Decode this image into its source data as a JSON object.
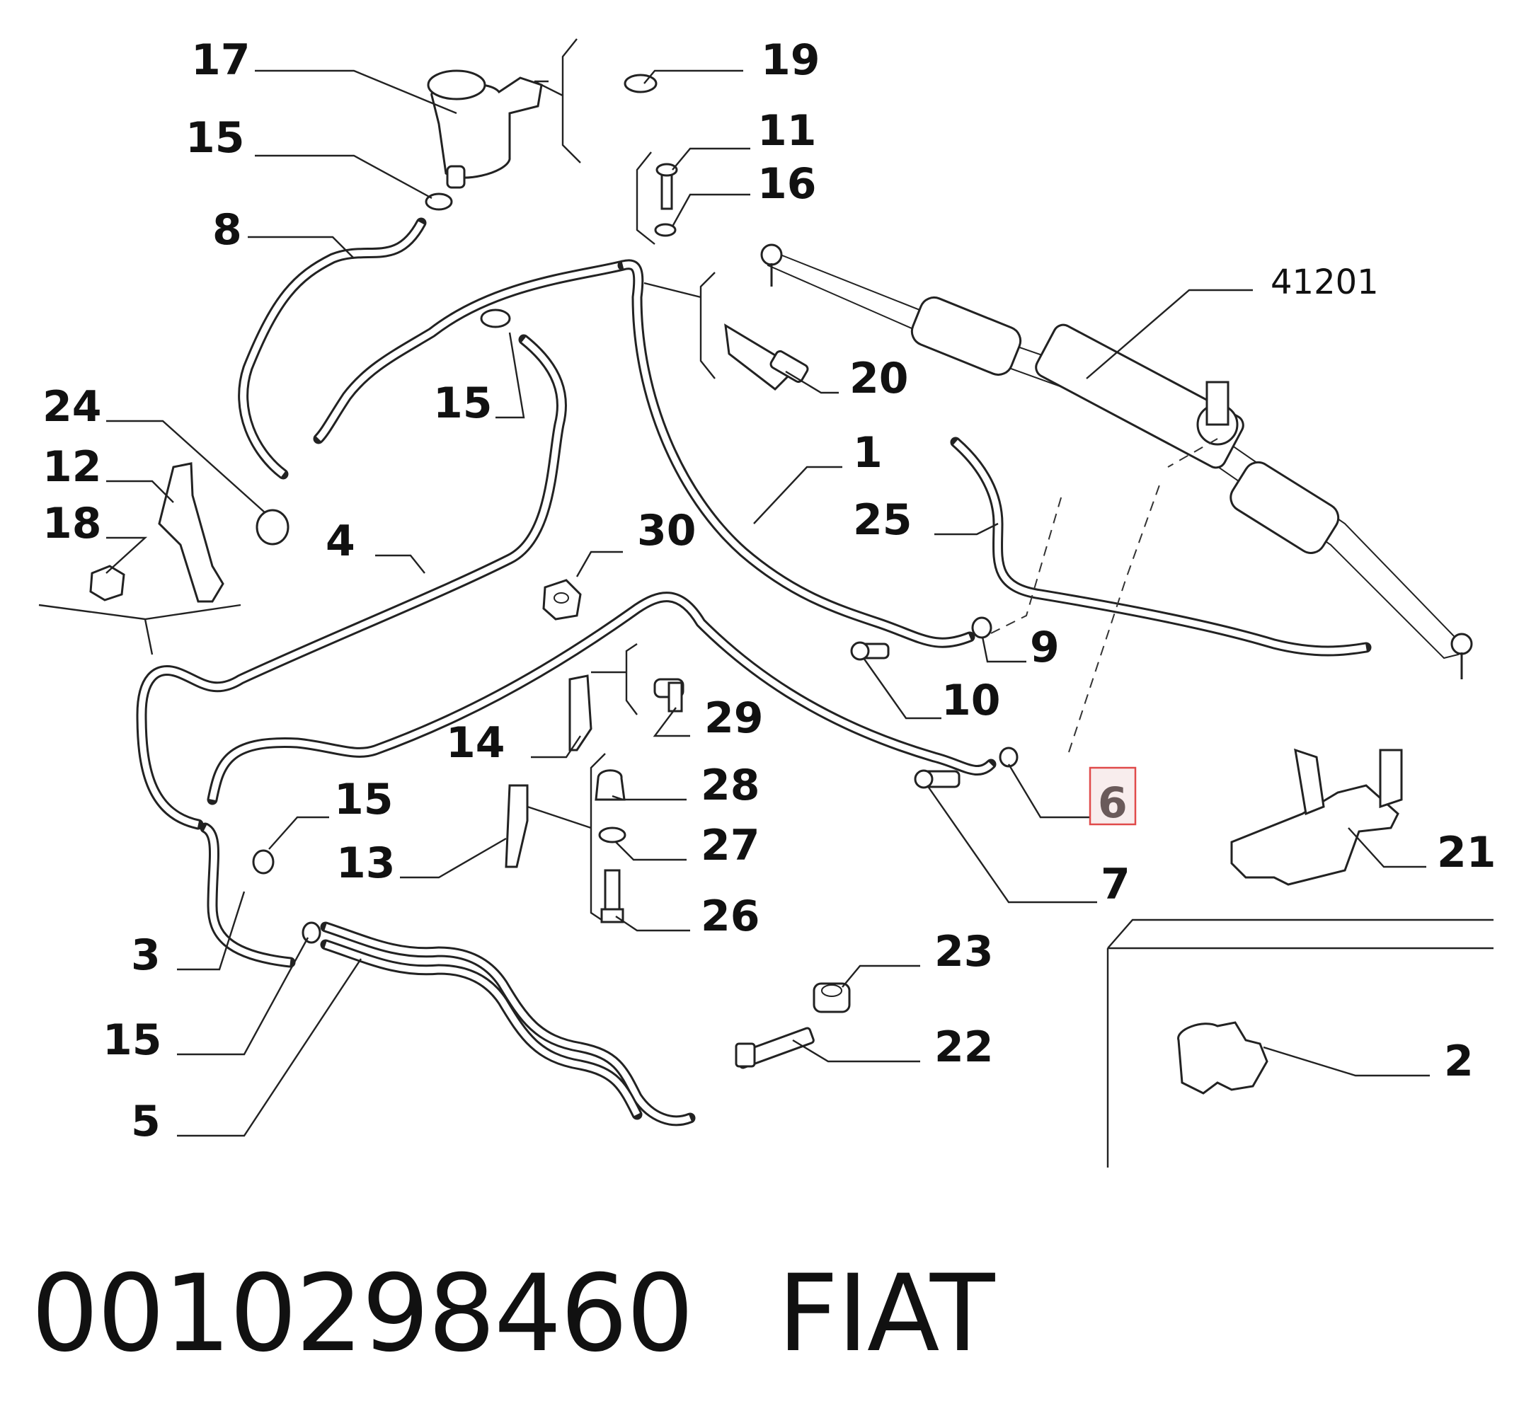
{
  "labels": {
    "p17": "17",
    "p19": "19",
    "p15a": "15",
    "p11": "11",
    "p16": "16",
    "p8": "8",
    "p41201": "41201",
    "p20": "20",
    "p15b": "15",
    "p24": "24",
    "p12": "12",
    "p18": "18",
    "p1": "1",
    "p25": "25",
    "p4": "4",
    "p30": "30",
    "p9": "9",
    "p10": "10",
    "p29": "29",
    "p14": "14",
    "p28": "28",
    "p6": "6",
    "p15c": "15",
    "p27": "27",
    "p13": "13",
    "p7": "7",
    "p21": "21",
    "p26": "26",
    "p3": "3",
    "p23": "23",
    "p15d": "15",
    "p22": "22",
    "p2": "2",
    "p5": "5"
  },
  "highlighted_part": "6",
  "footer": {
    "part_number": "0010298460",
    "brand": "FIAT"
  }
}
